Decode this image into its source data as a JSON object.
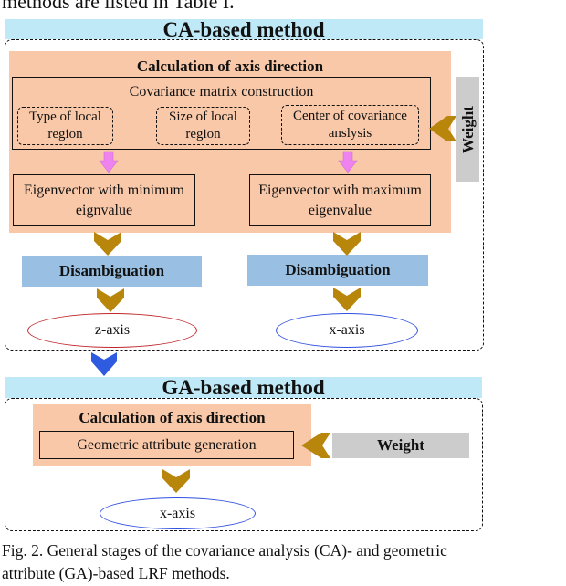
{
  "top_text": "methods are listed in Table I.",
  "ca": {
    "title": "CA-based method",
    "calc_title": "Calculation of axis direction",
    "cov_title": "Covariance matrix construction",
    "opt1": "Type of local region",
    "opt2": "Size of local region",
    "opt3": "Center of covariance anslysis",
    "eig_min": "Eigenvector with minimum  eignvalue",
    "eig_max": "Eigenvector with maximum eigenvalue",
    "weight": "Weight",
    "disamb_left": "Disambiguation",
    "disamb_right": "Disambiguation",
    "z_axis": "z-axis",
    "x_axis": "x-axis"
  },
  "ga": {
    "title": "GA-based method",
    "calc_title": "Calculation of axis direction",
    "geo_attr": "Geometric attribute generation",
    "weight": "Weight",
    "x_axis": "x-axis"
  },
  "caption": {
    "line1": "Fig. 2. General stages of the covariance analysis (CA)- and geometric",
    "line2": "attribute (GA)-based LRF methods."
  },
  "colors": {
    "banner": "#bfe9f7",
    "peach": "#f8c8a8",
    "disamb_blue": "#99c0e2",
    "weight_gray": "#cccccc",
    "arrow_gold": "#b8860b",
    "arrow_pink": "#ee82ee",
    "arrow_blue": "#2e5be0",
    "ellipse_red": "#c0282d",
    "ellipse_blue": "#3050e0"
  }
}
